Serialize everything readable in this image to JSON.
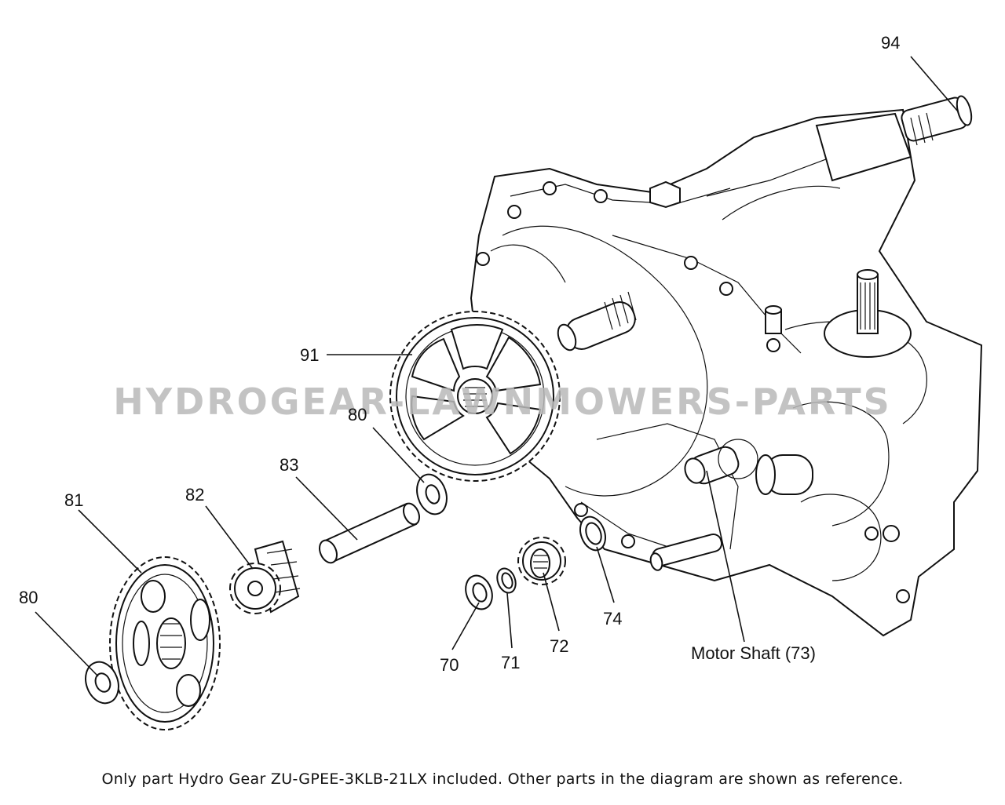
{
  "watermark": "HYDROGEAR-LAWNMOWERS-PARTS",
  "callouts": {
    "p94": "94",
    "p91": "91",
    "p80a": "80",
    "p83": "83",
    "p82": "82",
    "p81": "81",
    "p80b": "80",
    "p70": "70",
    "p71": "71",
    "p72": "72",
    "p74": "74",
    "motor_shaft": "Motor Shaft (73)"
  },
  "footer": "Only part Hydro Gear ZU-GPEE-3KLB-21LX included. Other parts in the diagram are shown as reference."
}
